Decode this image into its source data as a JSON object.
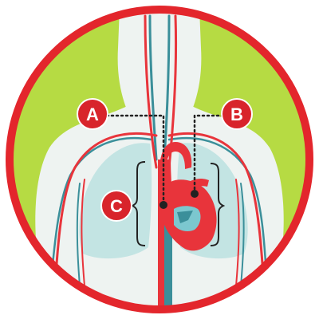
{
  "markers": [
    {
      "id": "a",
      "label": "A"
    },
    {
      "id": "b",
      "label": "B"
    },
    {
      "id": "c",
      "label": "C"
    }
  ],
  "colors": {
    "ring": "#e3262c",
    "background": "#b6db43",
    "silhouette": "#eef3f1",
    "lungs": "#c3e4e3",
    "artery": "#e8343b",
    "vein": "#3b8f9a",
    "marker": "#d8242b",
    "leader": "#222222"
  }
}
